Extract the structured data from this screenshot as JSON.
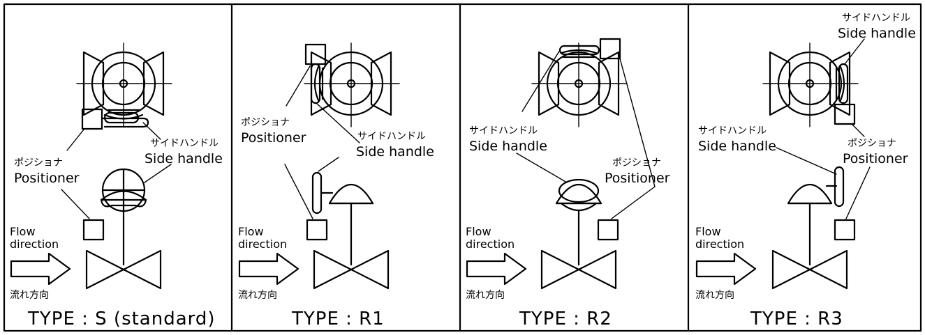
{
  "panels": [
    {
      "id": "S",
      "type_label": "TYPE : S (standard)",
      "positioner_jp": "ポジショナ",
      "positioner_en": "Positioner",
      "handle_jp": "サイドハンドル",
      "handle_en": "Side handle",
      "flow_line1": "Flow",
      "flow_line2": "direction",
      "flow_jp": "流れ方向"
    },
    {
      "id": "R1",
      "type_label": "TYPE : R1",
      "positioner_jp": "ポジショナ",
      "positioner_en": "Positioner",
      "handle_jp": "サイドハンドル",
      "handle_en": "Side handle",
      "flow_line1": "Flow",
      "flow_line2": "direction",
      "flow_jp": "流れ方向"
    },
    {
      "id": "R2",
      "type_label": "TYPE : R2",
      "positioner_jp": "ポジショナ",
      "positioner_en": "Positioner",
      "handle_jp": "サイドハンドル",
      "handle_en": "Side handle",
      "flow_line1": "Flow",
      "flow_line2": "direction",
      "flow_jp": "流れ方向"
    },
    {
      "id": "R3",
      "type_label": "TYPE : R3",
      "positioner_jp": "ポジショナ",
      "positioner_en": "Positioner",
      "handle_jp": "サイドハンドル",
      "handle_en": "Side handle",
      "flow_line1": "Flow",
      "flow_line2": "direction",
      "flow_jp": "流れ方向"
    }
  ]
}
